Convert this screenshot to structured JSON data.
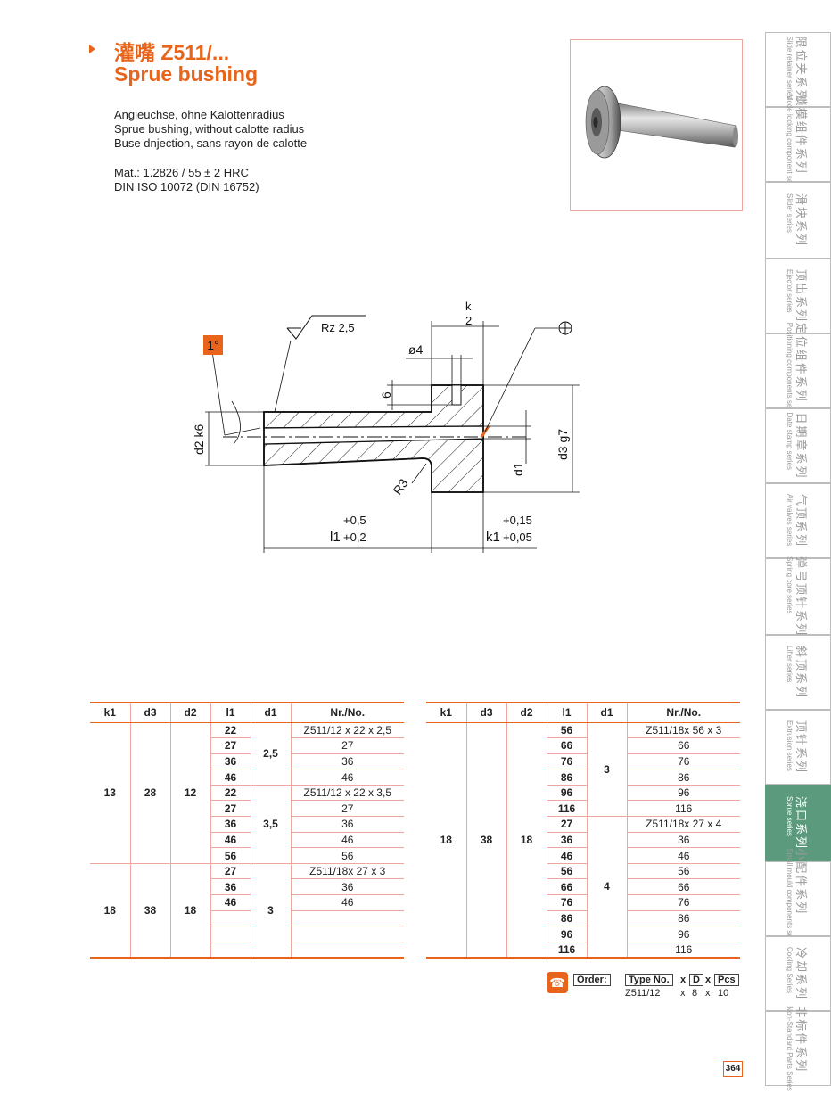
{
  "header": {
    "title_line1": "灌嘴 Z511/...",
    "title_line2": "Sprue bushing"
  },
  "description": {
    "de": "Angieuchse, ohne Kalottenradius",
    "en": "Sprue bushing, without calotte radius",
    "fr": "Buse dnjection, sans rayon de calotte",
    "material": "Mat.: 1.2826 / 55 ± 2 HRC",
    "standard": "DIN ISO 10072 (DIN 16752)"
  },
  "drawing": {
    "k": "k",
    "k_val": "2",
    "rz": "Rz 2,5",
    "angle": "1°",
    "d4": "ø4",
    "six": "6",
    "d2": "d2 k6",
    "d3": "d3 g7",
    "d1": "d1",
    "r3": "R3",
    "l1": "l1",
    "l1_tol_up": "+0,5",
    "l1_tol_down": "+0,2",
    "k1": "k1",
    "k1_tol_up": "+0,15",
    "k1_tol_down": "+0,05"
  },
  "table_left": {
    "headers": [
      "k1",
      "d3",
      "d2",
      "l1",
      "d1",
      "Nr./No."
    ],
    "group1": {
      "k1": "13",
      "d3": "28",
      "d2": "12"
    },
    "group2": {
      "k1": "18",
      "d3": "38",
      "d2": "18"
    },
    "rows": [
      {
        "l1": "22",
        "nr": "Z511/12 x 22 x 2,5"
      },
      {
        "l1": "27",
        "nr": "27"
      },
      {
        "l1": "36",
        "nr": "36"
      },
      {
        "l1": "46",
        "nr": "46"
      },
      {
        "l1": "22",
        "nr": "Z511/12 x 22 x 3,5"
      },
      {
        "l1": "27",
        "nr": "27"
      },
      {
        "l1": "36",
        "nr": "36"
      },
      {
        "l1": "46",
        "nr": "46"
      },
      {
        "l1": "56",
        "nr": "56"
      },
      {
        "l1": "27",
        "nr": "Z511/18x 27 x 3"
      },
      {
        "l1": "36",
        "nr": "36"
      },
      {
        "l1": "46",
        "nr": "46"
      },
      {
        "l1": "",
        "nr": ""
      },
      {
        "l1": "",
        "nr": ""
      },
      {
        "l1": "",
        "nr": ""
      }
    ],
    "d1_a": "2,5",
    "d1_b": "3,5",
    "d1_c": "3"
  },
  "table_right": {
    "headers": [
      "k1",
      "d3",
      "d2",
      "l1",
      "d1",
      "Nr./No."
    ],
    "group": {
      "k1": "18",
      "d3": "38",
      "d2": "18"
    },
    "rows": [
      {
        "l1": "56",
        "nr": "Z511/18x  56 x 3"
      },
      {
        "l1": "66",
        "nr": "66"
      },
      {
        "l1": "76",
        "nr": "76"
      },
      {
        "l1": "86",
        "nr": "86"
      },
      {
        "l1": "96",
        "nr": "96"
      },
      {
        "l1": "116",
        "nr": "116"
      },
      {
        "l1": "27",
        "nr": "Z511/18x  27 x 4"
      },
      {
        "l1": "36",
        "nr": "36"
      },
      {
        "l1": "46",
        "nr": "46"
      },
      {
        "l1": "56",
        "nr": "56"
      },
      {
        "l1": "66",
        "nr": "66"
      },
      {
        "l1": "76",
        "nr": "76"
      },
      {
        "l1": "86",
        "nr": "86"
      },
      {
        "l1": "96",
        "nr": "96"
      },
      {
        "l1": "116",
        "nr": "116"
      }
    ],
    "d1_a": "3",
    "d1_b": "4"
  },
  "order": {
    "label": "Order:",
    "type_no": "Type No.",
    "d": "D",
    "pcs": "Pcs",
    "x": "x",
    "example_type": "Z511/12",
    "example_d": "8",
    "example_pcs": "10"
  },
  "page_number": "364",
  "sidebar": [
    {
      "cn": "限位夹系列",
      "en": "Slide retainer series"
    },
    {
      "cn": "锁模组件系列",
      "en": "Mode locking component series"
    },
    {
      "cn": "滑块系列",
      "en": "Slider series"
    },
    {
      "cn": "顶出系列",
      "en": "Ejector series"
    },
    {
      "cn": "定位组件系列",
      "en": "Positioning components series"
    },
    {
      "cn": "日期章系列",
      "en": "Date stamp series"
    },
    {
      "cn": "气顶系列",
      "en": "Air valves series"
    },
    {
      "cn": "弹弓顶针系列",
      "en": "Spring core series"
    },
    {
      "cn": "斜顶系列",
      "en": "Lifter series"
    },
    {
      "cn": "顶针系列",
      "en": "Extrusion series"
    },
    {
      "cn": "浇口系列",
      "en": "Sprue series"
    },
    {
      "cn": "小配件系列",
      "en": "Small mould components series"
    },
    {
      "cn": "冷却系列",
      "en": "Cooling Series"
    },
    {
      "cn": "非标件系列",
      "en": "Non-Standard Parts Series"
    }
  ],
  "colors": {
    "accent": "#e8641a",
    "grid": "#f0a6a0",
    "sidebar_active": "#5b9a7d"
  }
}
